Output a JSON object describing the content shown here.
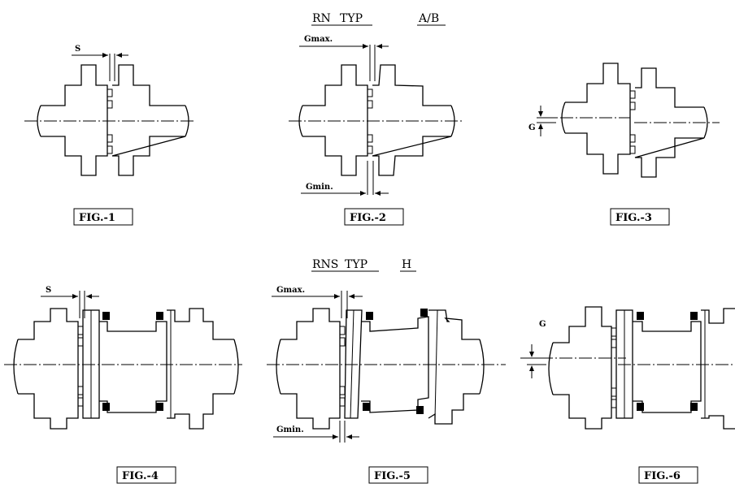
{
  "headings": {
    "top": [
      "RN",
      "TYP",
      "A/B"
    ],
    "bottom": [
      "RNS",
      "TYP",
      "H"
    ]
  },
  "dims": {
    "s": "S",
    "gmax": "Gmax.",
    "gmin": "Gmin.",
    "gmin_h": "Gmin.",
    "g": "G"
  },
  "figures": [
    "FIG.-1",
    "FIG.-2",
    "FIG.-3",
    "FIG.-4",
    "FIG.-5",
    "FIG.-6"
  ]
}
